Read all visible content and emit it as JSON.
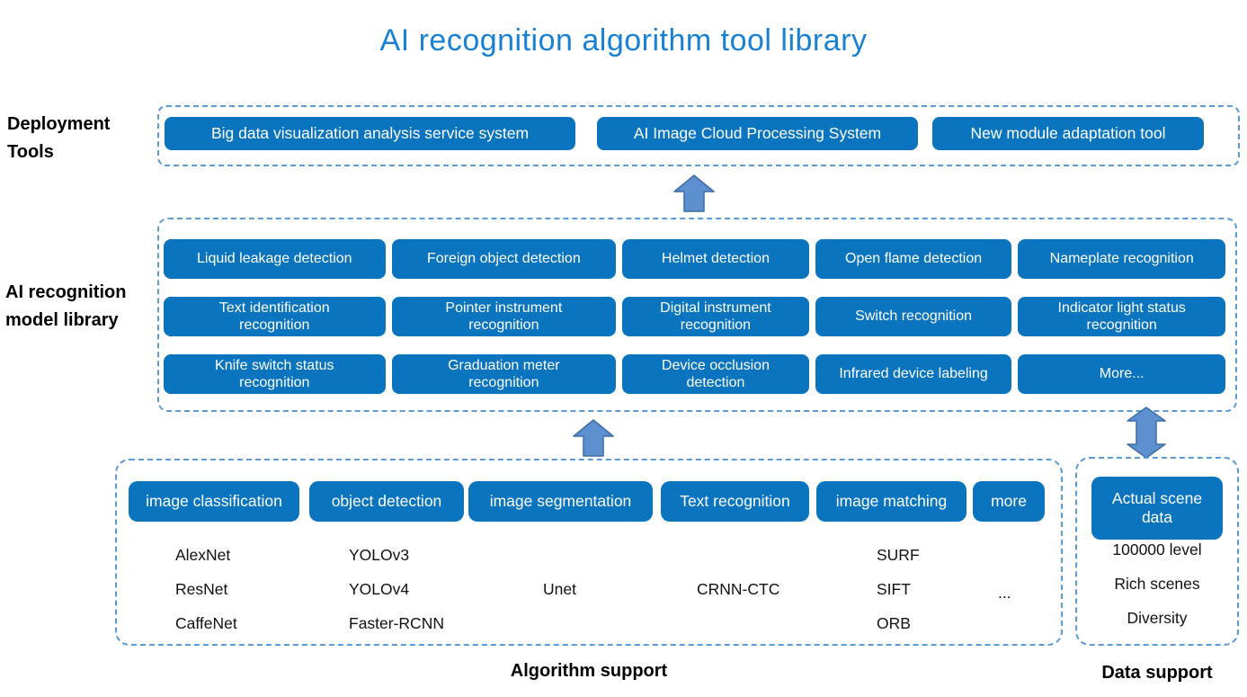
{
  "title": "AI recognition algorithm tool library",
  "colors": {
    "button_blue": "#0B74BE",
    "dashed_border_blue": "#5B9BD5",
    "arrow_fill": "#5E90D0",
    "arrow_stroke": "#3D6DA6",
    "title_blue": "#1981D4"
  },
  "deployment": {
    "label": "Deployment Tools",
    "items": [
      "Big data visualization analysis service system",
      "AI Image Cloud Processing System",
      "New module adaptation tool"
    ]
  },
  "model_library": {
    "label": "AI recognition model library",
    "rows": [
      [
        "Liquid leakage detection",
        "Foreign object detection",
        "Helmet detection",
        "Open flame detection",
        "Nameplate recognition"
      ],
      [
        "Text identification\nrecognition",
        "Pointer instrument\nrecognition",
        "Digital instrument\nrecognition",
        "Switch recognition",
        "Indicator light status\nrecognition"
      ],
      [
        "Knife switch status\nrecognition",
        "Graduation meter\nrecognition",
        "Device occlusion\ndetection",
        "Infrared device labeling",
        "More..."
      ]
    ]
  },
  "algorithm_support": {
    "label": "Algorithm support",
    "categories": [
      {
        "name": "image classification",
        "items": [
          "AlexNet",
          "ResNet",
          "CaffeNet"
        ]
      },
      {
        "name": "object detection",
        "items": [
          "YOLOv3",
          "YOLOv4",
          "Faster-RCNN"
        ]
      },
      {
        "name": "image segmentation",
        "items": [
          "Unet"
        ]
      },
      {
        "name": "Text recognition",
        "items": [
          "CRNN-CTC"
        ]
      },
      {
        "name": "image matching",
        "items": [
          "SURF",
          "SIFT",
          "ORB"
        ]
      },
      {
        "name": "more",
        "items": [
          "..."
        ]
      }
    ]
  },
  "data_support": {
    "label": "Data support",
    "button": "Actual scene\ndata",
    "items": [
      "100000 level",
      "Rich scenes",
      "Diversity"
    ]
  }
}
